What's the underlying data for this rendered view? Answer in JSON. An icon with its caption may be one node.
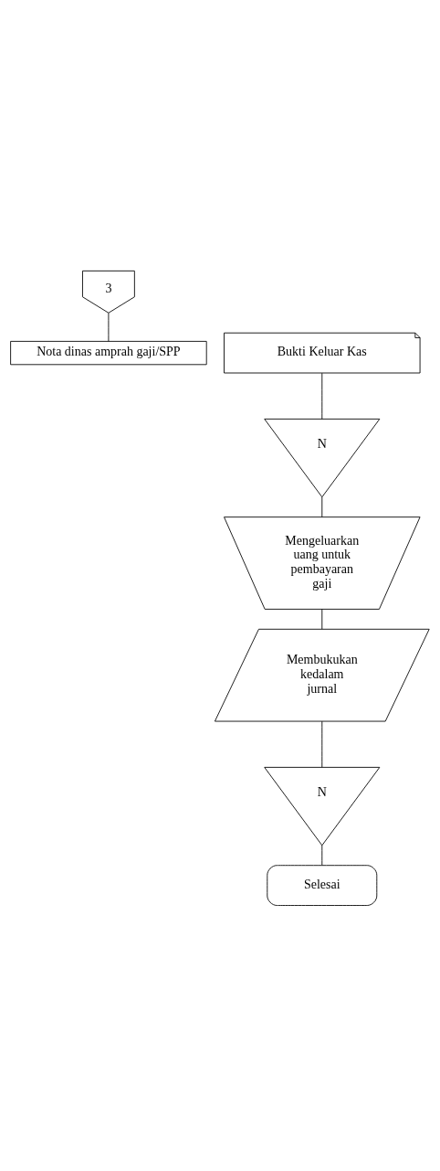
{
  "diagram": {
    "nodes": [
      {
        "text": [
          "3"
        ]
      },
      {
        "text": [
          "Nota dinas amprah gaji/SPP"
        ]
      },
      {
        "text": [
          "Bukti Keluar Kas"
        ]
      },
      {
        "text": [
          "N"
        ]
      },
      {
        "text": [
          "Mengeluarkan uang untuk pembayaran gaji"
        ]
      },
      {
        "text": [
          "Membukukan kedalam jurnal"
        ]
      },
      {
        "text": [
          "N"
        ]
      },
      {
        "text": [
          "Selesai"
        ]
      }
    ],
    "edges": [
      {
        "from": 0,
        "to": 1,
        "arrow": "none"
      },
      {
        "from": 2,
        "to": 3,
        "arrow": "none"
      },
      {
        "from": 3,
        "to": 4,
        "arrow": "none"
      },
      {
        "from": 4,
        "to": 5,
        "arrow": "none"
      },
      {
        "from": 5,
        "to": 6,
        "arrow": "none"
      },
      {
        "from": 6,
        "to": 7,
        "arrow": "none"
      }
    ]
  }
}
